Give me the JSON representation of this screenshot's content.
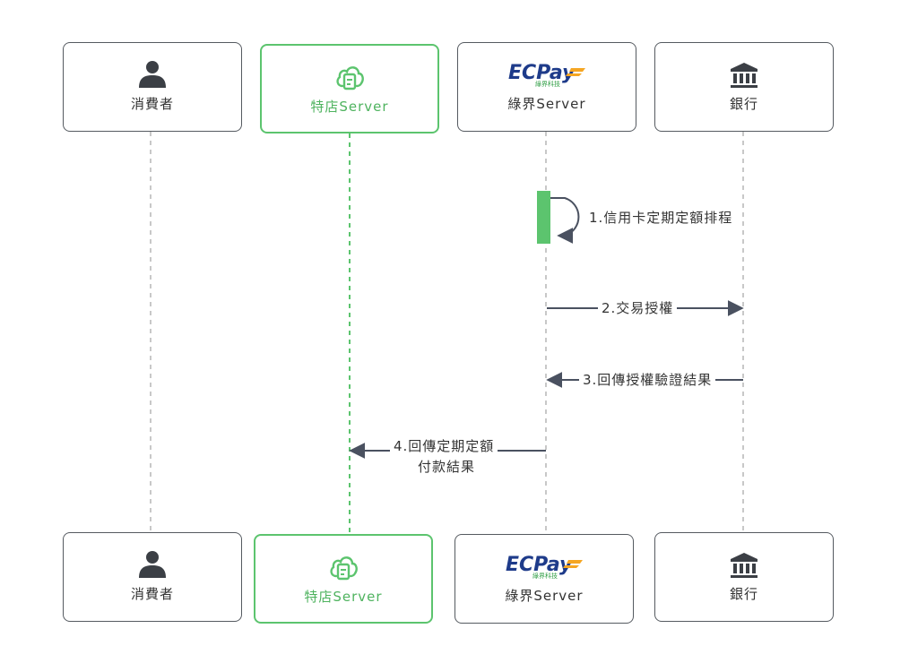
{
  "participants": {
    "consumer": {
      "label": "消費者",
      "icon": "user-icon"
    },
    "merchant": {
      "label": "特店Server",
      "icon": "cloud-server-icon"
    },
    "ecpay": {
      "label": "綠界Server",
      "logo_main": "ECPay",
      "logo_sub": "綠界科技",
      "icon": "ecpay-logo"
    },
    "bank": {
      "label": "銀行",
      "icon": "bank-icon"
    }
  },
  "messages": [
    {
      "id": "m1",
      "label": "1.信用卡定期定額排程",
      "from": "ecpay",
      "to": "ecpay"
    },
    {
      "id": "m2",
      "label": "2.交易授權",
      "from": "ecpay",
      "to": "bank"
    },
    {
      "id": "m3",
      "label": "3.回傳授權驗證結果",
      "from": "bank",
      "to": "ecpay"
    },
    {
      "id": "m4",
      "label_line1": "4.回傳定期定額",
      "label_line2": "付款結果",
      "from": "ecpay",
      "to": "merchant"
    }
  ],
  "colors": {
    "merchant_accent": "#5cc46e",
    "lifeline": "#c8c8c8",
    "arrow": "#4a5160",
    "box_border": "#555a60",
    "icon_dark": "#3b3f45",
    "ecpay_blue": "#1e3b8a",
    "ecpay_orange": "#f5a623",
    "ecpay_green": "#2f9e44"
  }
}
